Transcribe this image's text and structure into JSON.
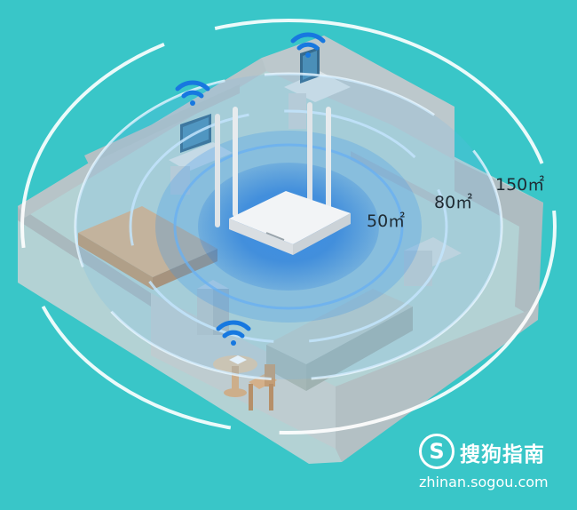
{
  "coverage_labels": {
    "small": "50㎡",
    "medium": "80㎡",
    "large": "150㎡"
  },
  "watermark": {
    "logo_letter": "S",
    "name": "搜狗指南",
    "url": "zhinan.sogou.com"
  },
  "colors": {
    "background": "#39c6c8",
    "floor": "#c9d3d6",
    "wall": "#aab8bd",
    "signal_core": "#1f6fd0",
    "wifi_icon": "#1778e0",
    "router_body": "#f2f4f6"
  },
  "icons": [
    "wifi-icon",
    "router-icon",
    "tv-icon",
    "bed-icon",
    "sofa-icon",
    "table-icon",
    "chair-icon"
  ]
}
